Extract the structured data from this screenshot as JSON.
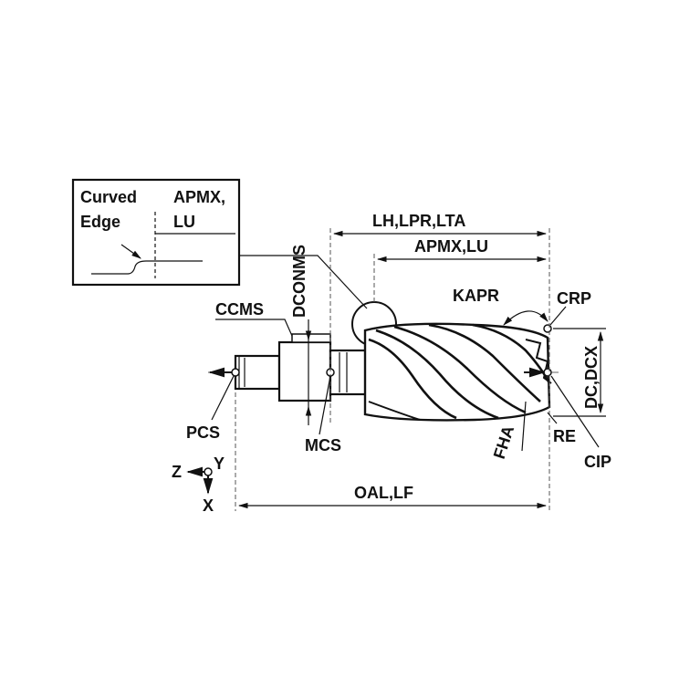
{
  "inset": {
    "curved_label": "Curved",
    "edge_label": "Edge",
    "apmx_label": "APMX,",
    "lu_label": "LU"
  },
  "labels": {
    "lh_lpr_lta": "LH,LPR,LTA",
    "apmx_lu": "APMX,LU",
    "dconms": "DCONMS",
    "ccms": "CCMS",
    "kapr": "KAPR",
    "crp": "CRP",
    "dc_dcx": "DC,DCX",
    "re": "RE",
    "cip": "CIP",
    "fha": "FHA",
    "pcs": "PCS",
    "mcs": "MCS",
    "oal_lf": "OAL,LF"
  },
  "axes": {
    "z": "Z",
    "y": "Y",
    "x": "X"
  }
}
